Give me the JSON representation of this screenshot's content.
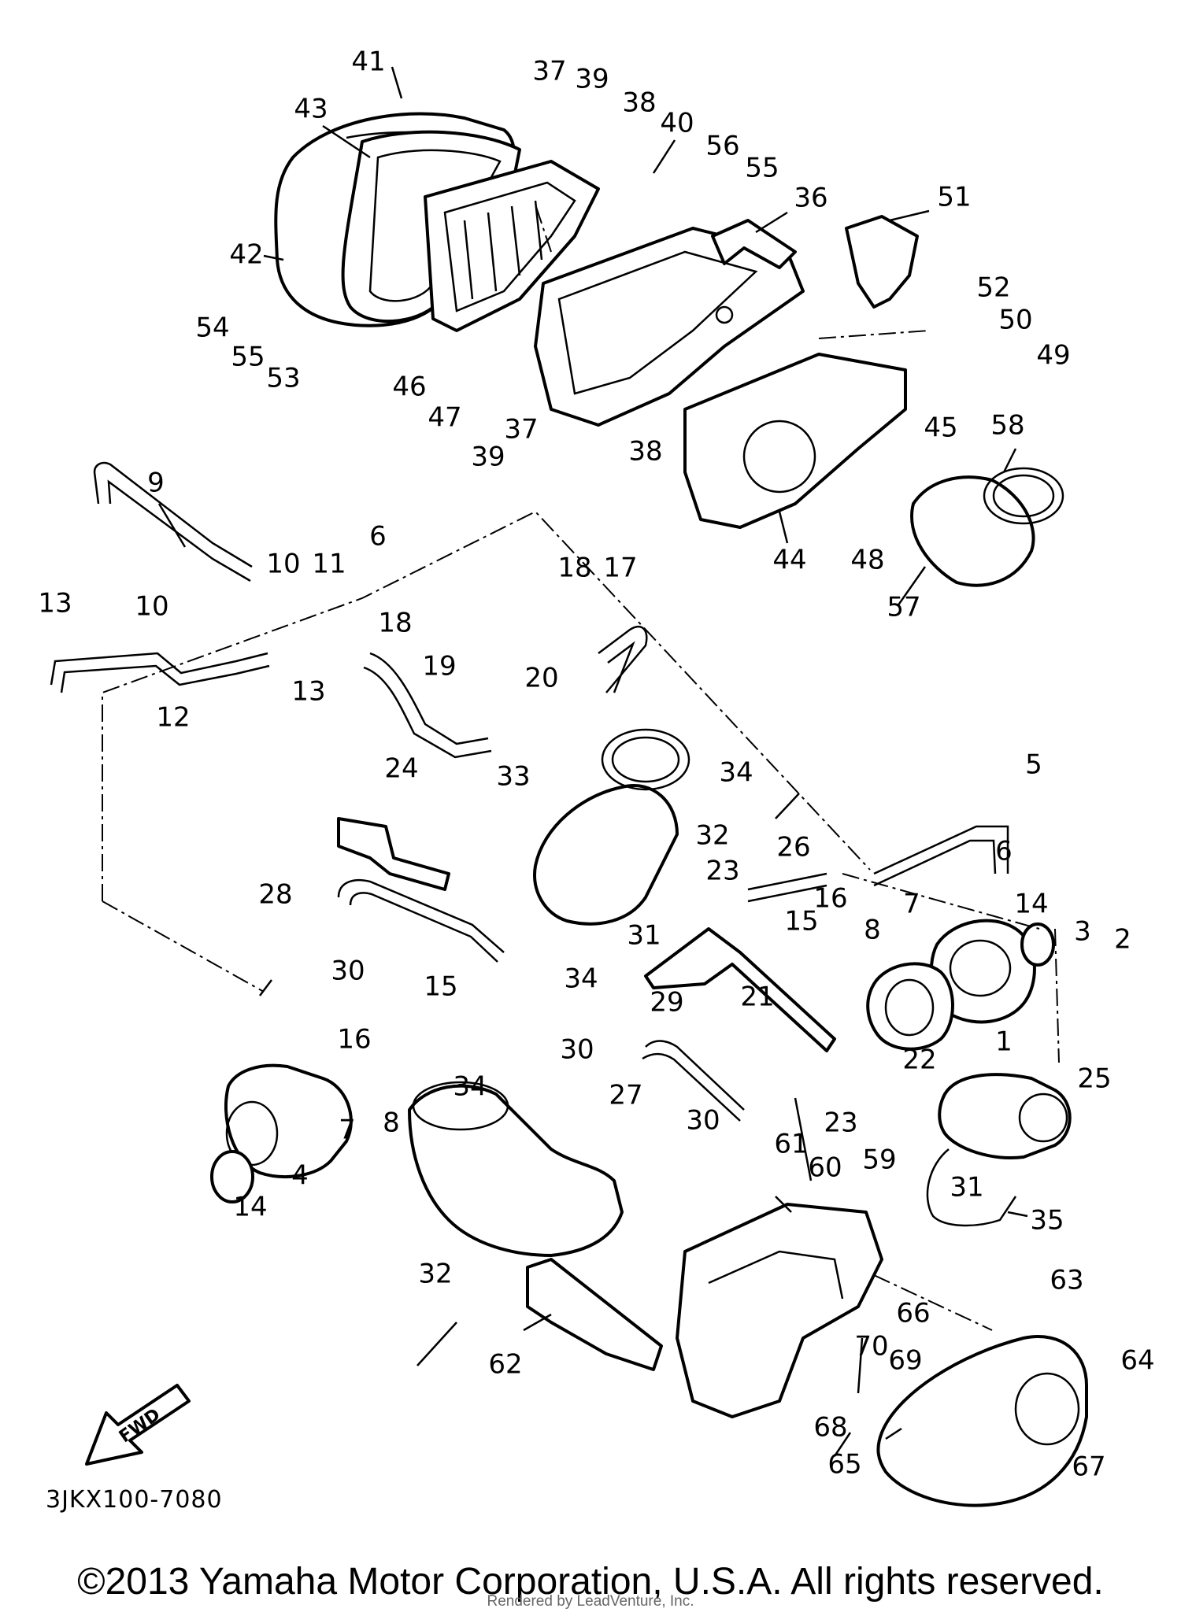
{
  "diagram_code": "3JKX100-7080",
  "direction_arrow_label": "FWD",
  "copyright": "©2013 Yamaha Motor Corporation, U.S.A. All rights reserved.",
  "watermark": "Rendered by LeadVenture, Inc.",
  "part_numbers": [
    "1",
    "2",
    "3",
    "4",
    "5",
    "6",
    "7",
    "8",
    "9",
    "10",
    "11",
    "12",
    "13",
    "14",
    "15",
    "16",
    "17",
    "18",
    "19",
    "20",
    "21",
    "22",
    "23",
    "24",
    "25",
    "26",
    "27",
    "28",
    "29",
    "30",
    "31",
    "32",
    "33",
    "34",
    "35",
    "36",
    "37",
    "38",
    "39",
    "40",
    "41",
    "42",
    "43",
    "44",
    "45",
    "46",
    "47",
    "48",
    "49",
    "50",
    "51",
    "52",
    "53",
    "54",
    "55",
    "56",
    "57",
    "58",
    "59",
    "60",
    "61",
    "62",
    "63",
    "64",
    "65",
    "66",
    "67",
    "68",
    "69",
    "70"
  ]
}
